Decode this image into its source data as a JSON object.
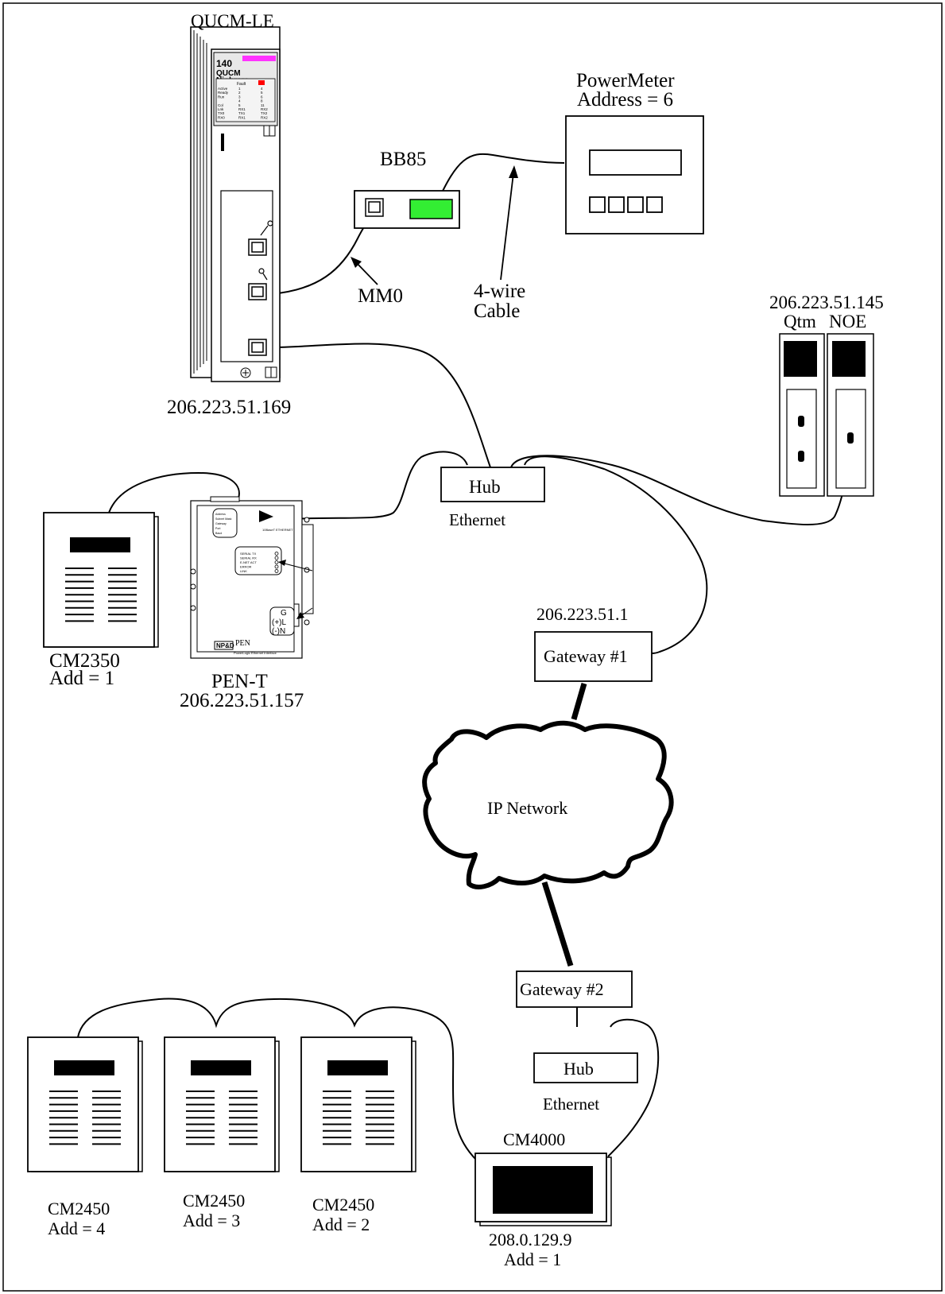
{
  "qucm": {
    "name": "QUCM-LE",
    "ip": "206.223.51.169",
    "face_model": "140",
    "face_line2": "QUCM",
    "face_line3": "Niobrara",
    "led_header": "Fault",
    "led_rows": [
      [
        "Active",
        "1",
        "4"
      ],
      [
        "Ready",
        "2",
        "5"
      ],
      [
        "Run",
        "3",
        "6"
      ],
      [
        "",
        "4",
        "8"
      ],
      [
        "Col",
        "5",
        "11"
      ],
      [
        "Lnk",
        "RX1",
        "RX2"
      ],
      [
        "TX0",
        "TX1",
        "TX2"
      ],
      [
        "RX0",
        "RX1",
        "RX2"
      ]
    ]
  },
  "bb85": {
    "name": "BB85"
  },
  "powermeter": {
    "name": "PowerMeter",
    "address": "Address = 6"
  },
  "mm0_label": "MM0",
  "cable_label": {
    "line1": "4-wire",
    "line2": "Cable"
  },
  "qtm_noe": {
    "ip": "206.223.51.145",
    "qtm": "Qtm",
    "noe": "NOE"
  },
  "hub1": {
    "name": "Hub",
    "caption": "Ethernet"
  },
  "pen": {
    "name": "PEN-T",
    "ip": "206.223.51.157",
    "badge": "NP&D",
    "brand": "PEN",
    "brand_sub": "PowerLogic Ethernet Interface",
    "port_label": "10BaseT ETHERNET",
    "status_lines": [
      "SERIAL TX",
      "SERIAL RX",
      "E-NET ACT",
      "ERROR",
      "LINK"
    ],
    "terminal_labels": [
      "(+)L",
      "(-)N"
    ],
    "terminal_top": "G",
    "info_lines": [
      "Address",
      "Subnet Mask",
      "Gateway",
      "Port",
      "Baud"
    ]
  },
  "cm2350": {
    "name": "CM2350",
    "address": "Add = 1"
  },
  "gateway1": {
    "name": "Gateway #1",
    "ip": "206.223.51.1"
  },
  "ip_network": "IP Network",
  "gateway2": {
    "name": "Gateway #2"
  },
  "hub2": {
    "name": "Hub",
    "caption": "Ethernet"
  },
  "cm4000": {
    "name": "CM4000",
    "ip": "208.0.129.9",
    "address": "Add = 1"
  },
  "cm2450s": [
    {
      "name": "CM2450",
      "address": "Add = 4"
    },
    {
      "name": "CM2450",
      "address": "Add = 3"
    },
    {
      "name": "CM2450",
      "address": "Add = 2"
    }
  ],
  "colors": {
    "qucm_accent": "#ff33ff",
    "bb85_display": "#33ee33",
    "fault_led": "#ff0000"
  }
}
